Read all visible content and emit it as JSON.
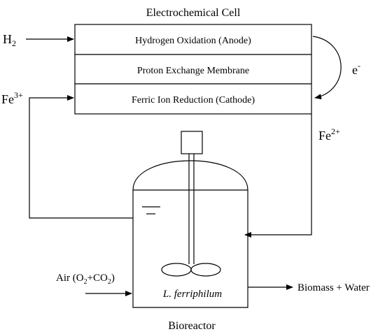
{
  "cell": {
    "title": "Electrochemical Cell",
    "anode": "Hydrogen Oxidation (Anode)",
    "membrane": "Proton Exchange Membrane",
    "cathode": "Ferric Ion Reduction (Cathode)"
  },
  "inputs": {
    "h2_base": "H",
    "h2_sub": "2",
    "electron_base": "e",
    "electron_sup": "-",
    "fe3_base": "Fe",
    "fe3_sup": "3+",
    "fe2_base": "Fe",
    "fe2_sup": "2+"
  },
  "air": {
    "prefix": "Air (O",
    "sub1": "2",
    "mid": "+CO",
    "sub2": "2",
    "suffix": ")"
  },
  "bioreactor": {
    "organism": "L. ferriphilum",
    "output": "Biomass + Water",
    "label": "Bioreactor"
  }
}
